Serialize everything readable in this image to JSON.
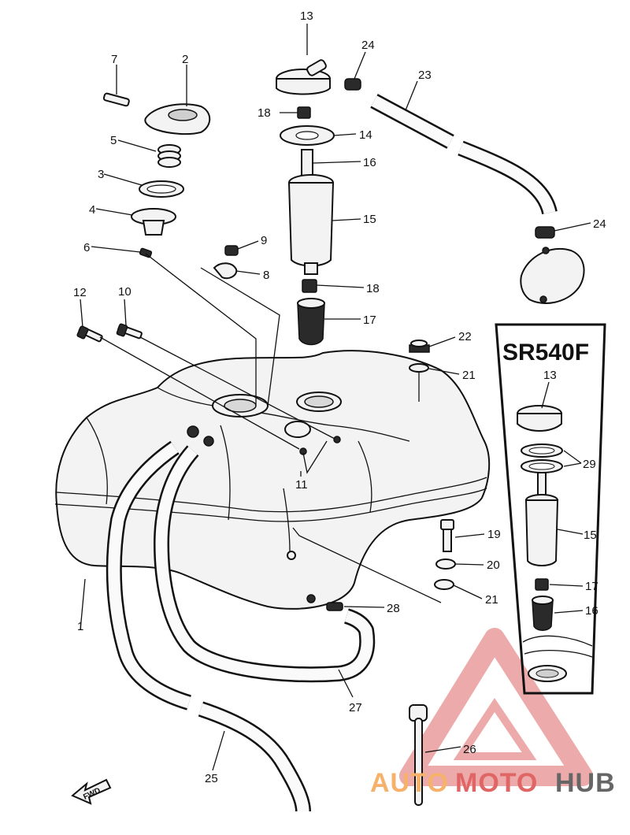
{
  "variant_panel": {
    "title": "SR540F"
  },
  "callouts": {
    "p1": "1",
    "p2": "2",
    "p3": "3",
    "p4": "4",
    "p5": "5",
    "p6": "6",
    "p7": "7",
    "p8": "8",
    "p9": "9",
    "p10": "10",
    "p11": "11",
    "p12": "12",
    "p13": "13",
    "p14": "14",
    "p15": "15",
    "p16": "16",
    "p17": "17",
    "p18": "18",
    "p19": "19",
    "p20": "20",
    "p21": "21",
    "p22": "22",
    "p23": "23",
    "p24": "24",
    "p25": "25",
    "p26": "26",
    "p27": "27",
    "p28": "28",
    "p29": "29"
  },
  "fwd_label": "FWD",
  "watermark": {
    "part_auto": "AUTO",
    "part_moto": "MOTO",
    "part_hub": "HUB",
    "color_orange": "#f6b26b",
    "color_red": "#e06666",
    "color_gray": "#666666"
  }
}
